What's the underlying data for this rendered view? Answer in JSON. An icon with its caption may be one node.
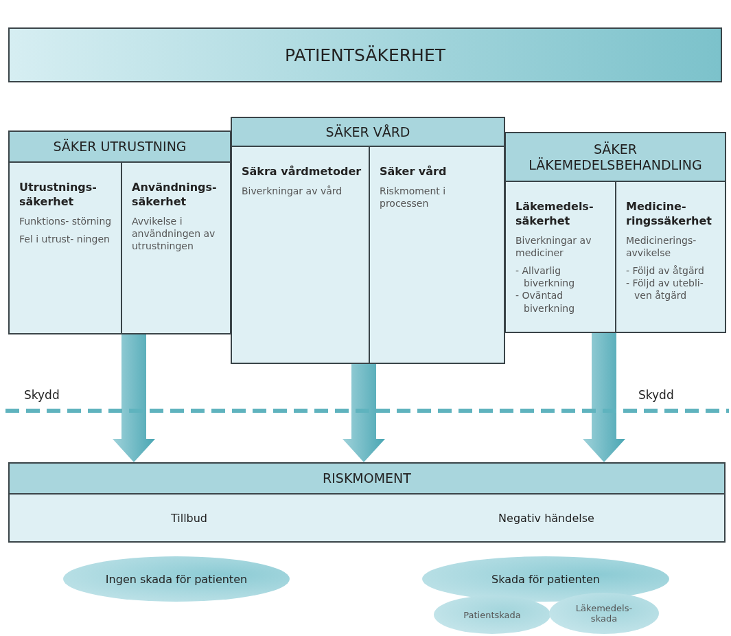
{
  "diagram": {
    "nodes": [
      {
        "text": [
          "PATIENTSÄKERHET"
        ]
      },
      {
        "text": [
          "SÄKER UTRUSTNING"
        ]
      },
      {
        "text": [
          "Utrustnings- säkerhet",
          "Funktions- störning",
          "Fel i utrust- ningen"
        ],
        "in": 1
      },
      {
        "text": [
          "Användnings- säkerhet",
          "Avvikelse i användningen av utrustningen"
        ],
        "in": 1
      },
      {
        "text": [
          "SÄKER VÅRD"
        ]
      },
      {
        "text": [
          "Säkra vårdmetoder",
          "Biverkningar av vård"
        ],
        "in": 4
      },
      {
        "text": [
          "Säker vård",
          "Riskmoment i processen"
        ],
        "in": 4
      },
      {
        "text": [
          "SÄKER LÄKEMEDELSBEHANDLING"
        ]
      },
      {
        "text": [
          "Läkemedels- säkerhet",
          "Biverkningar av mediciner",
          "- Allvarlig biverkning",
          "- Oväntad biverkning"
        ],
        "in": 7
      },
      {
        "text": [
          "Medicine- ringssäkerhet",
          "Medicinerings- avvikelse",
          "- Följd av åtgärd",
          "- Följd av utebli- ven åtgärd"
        ],
        "in": 7
      },
      {
        "text": [
          "RISKMOMENT"
        ]
      },
      {
        "text": [
          "Tillbud"
        ],
        "in": 10
      },
      {
        "text": [
          "Negativ händelse"
        ],
        "in": 10
      },
      {
        "text": [
          "Ingen skada för patienten"
        ]
      },
      {
        "text": [
          "Skada för patienten"
        ]
      },
      {
        "text": [
          "Patientskada"
        ]
      },
      {
        "text": [
          "Läkemedels- skada"
        ]
      }
    ],
    "edges": [
      {
        "from": 1,
        "to": 10,
        "arrow": "to",
        "style": "thick"
      },
      {
        "from": 4,
        "to": 10,
        "arrow": "to",
        "style": "thick"
      },
      {
        "from": 7,
        "to": 10,
        "arrow": "to",
        "style": "thick"
      }
    ],
    "labels": [
      "Skydd",
      "Skydd"
    ]
  }
}
